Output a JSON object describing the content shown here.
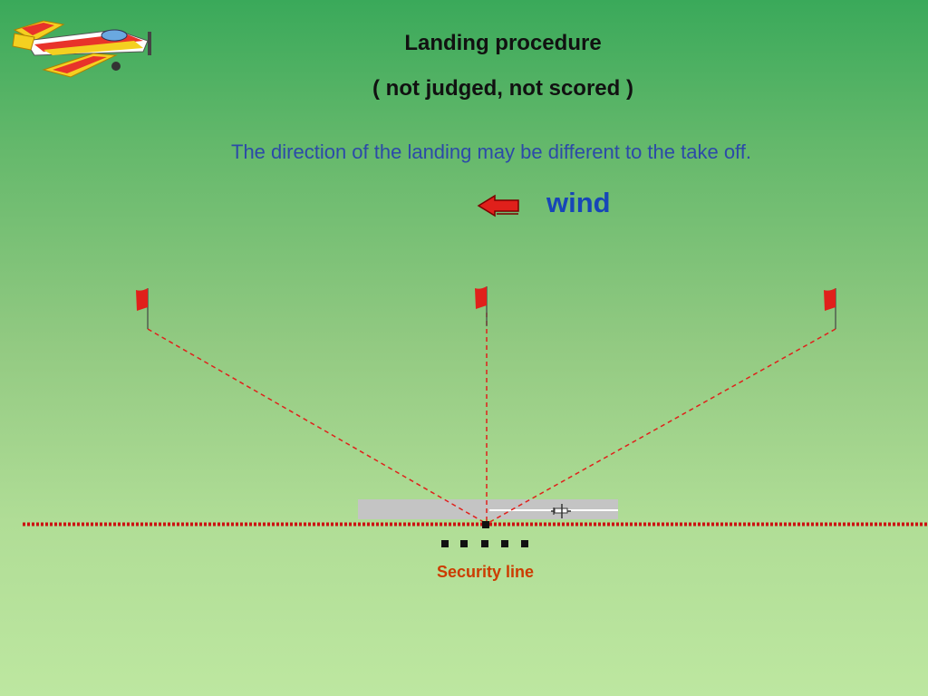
{
  "slide": {
    "title": "Landing procedure",
    "subtitle": "( not judged, not scored )",
    "description": "The direction of the landing may be different to the take off.",
    "wind_label": "wind",
    "security_label": "Security line"
  },
  "icons": {
    "logo": "aerobatic-plane-icon",
    "wind_arrow": "left-arrow-icon",
    "flag": "flag-icon",
    "plane": "small-plane-icon"
  },
  "colors": {
    "flag": "#e0201b",
    "dashed_lines": "#e0201b",
    "security_line": "#cc1111",
    "runway": "#c4c4c4",
    "wind_label": "#1746b8",
    "description_text": "#2c4aa8",
    "security_label": "#cc3b00"
  }
}
